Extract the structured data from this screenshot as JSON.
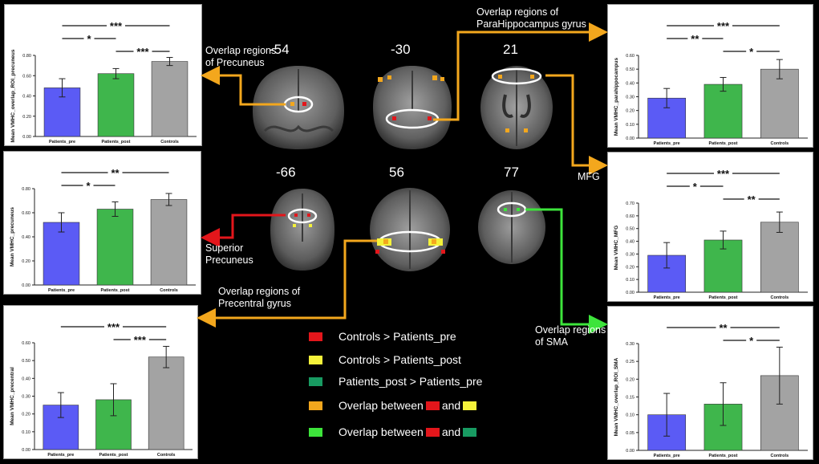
{
  "chart_data": [
    {
      "type": "bar",
      "categories": [
        "Patients_pre",
        "Patients_post",
        "Controls"
      ],
      "values": [
        0.48,
        0.62,
        0.74
      ],
      "errors": [
        0.09,
        0.05,
        0.04
      ],
      "ylabel": "Mean VMHC_overlap_ROI_precuneus",
      "ylim": [
        0,
        0.8
      ],
      "yticks": [
        "0.00",
        "0.20",
        "0.40",
        "0.60",
        "0.80"
      ],
      "colors": [
        "#5b5bf5",
        "#3fb64c",
        "#a3a3a3"
      ],
      "significance": [
        {
          "label": "***",
          "from": 0,
          "to": 2
        },
        {
          "label": "*",
          "from": 0,
          "to": 1
        },
        {
          "label": "***",
          "from": 1,
          "to": 2
        }
      ]
    },
    {
      "type": "bar",
      "categories": [
        "Patients_pre",
        "Patients_post",
        "Controls"
      ],
      "values": [
        0.29,
        0.39,
        0.5
      ],
      "errors": [
        0.07,
        0.05,
        0.07
      ],
      "ylabel": "Mean VMHC_parahippocampus",
      "ylim": [
        0,
        0.6
      ],
      "yticks": [
        "0.00",
        "0.10",
        "0.20",
        "0.30",
        "0.40",
        "0.50",
        "0.60"
      ],
      "colors": [
        "#5b5bf5",
        "#3fb64c",
        "#a3a3a3"
      ],
      "significance": [
        {
          "label": "***",
          "from": 0,
          "to": 2
        },
        {
          "label": "**",
          "from": 0,
          "to": 1
        },
        {
          "label": "*",
          "from": 1,
          "to": 2
        }
      ]
    },
    {
      "type": "bar",
      "categories": [
        "Patients_pre",
        "Patients_post",
        "Controls"
      ],
      "values": [
        0.52,
        0.63,
        0.71
      ],
      "errors": [
        0.08,
        0.06,
        0.05
      ],
      "ylabel": "Mean VMHC_precuneus",
      "ylim": [
        0,
        0.8
      ],
      "yticks": [
        "0.00",
        "0.20",
        "0.40",
        "0.60",
        "0.80"
      ],
      "colors": [
        "#5b5bf5",
        "#3fb64c",
        "#a3a3a3"
      ],
      "significance": [
        {
          "label": "**",
          "from": 0,
          "to": 2
        },
        {
          "label": "*",
          "from": 0,
          "to": 1
        }
      ]
    },
    {
      "type": "bar",
      "categories": [
        "Patients_pre",
        "Patients_post",
        "Controls"
      ],
      "values": [
        0.29,
        0.41,
        0.55
      ],
      "errors": [
        0.1,
        0.07,
        0.08
      ],
      "ylabel": "Mean VMHC_MFG",
      "ylim": [
        0,
        0.7
      ],
      "yticks": [
        "0.00",
        "0.10",
        "0.20",
        "0.30",
        "0.40",
        "0.50",
        "0.60",
        "0.70"
      ],
      "colors": [
        "#5b5bf5",
        "#3fb64c",
        "#a3a3a3"
      ],
      "significance": [
        {
          "label": "***",
          "from": 0,
          "to": 2
        },
        {
          "label": "*",
          "from": 0,
          "to": 1
        },
        {
          "label": "**",
          "from": 1,
          "to": 2
        }
      ]
    },
    {
      "type": "bar",
      "categories": [
        "Patients_pre",
        "Patients_post",
        "Controls"
      ],
      "values": [
        0.25,
        0.28,
        0.52
      ],
      "errors": [
        0.07,
        0.09,
        0.06
      ],
      "ylabel": "Mean VMHC_precentral",
      "ylim": [
        0,
        0.6
      ],
      "yticks": [
        "0.00",
        "0.10",
        "0.20",
        "0.30",
        "0.40",
        "0.50",
        "0.60"
      ],
      "colors": [
        "#5b5bf5",
        "#3fb64c",
        "#a3a3a3"
      ],
      "significance": [
        {
          "label": "***",
          "from": 0,
          "to": 2
        },
        {
          "label": "***",
          "from": 1,
          "to": 2
        }
      ]
    },
    {
      "type": "bar",
      "categories": [
        "Patients_pre",
        "Patients_post",
        "Controls"
      ],
      "values": [
        0.1,
        0.13,
        0.21
      ],
      "errors": [
        0.06,
        0.06,
        0.08
      ],
      "ylabel": "Mean VMHC_overlap_ROI_SMA",
      "ylim": [
        0,
        0.3
      ],
      "yticks": [
        "0.00",
        "0.05",
        "0.10",
        "0.15",
        "0.20",
        "0.25",
        "0.30"
      ],
      "colors": [
        "#5b5bf5",
        "#3fb64c",
        "#a3a3a3"
      ],
      "significance": [
        {
          "label": "**",
          "from": 0,
          "to": 2
        },
        {
          "label": "*",
          "from": 1,
          "to": 2
        }
      ]
    }
  ],
  "slices": [
    "-54",
    "-30",
    "21",
    "-66",
    "56",
    "77"
  ],
  "callouts": {
    "precuneus_overlap": [
      "Overlap regions",
      "of Precuneus"
    ],
    "parahippocampus": [
      "Overlap regions of",
      "ParaHippocampus gyrus"
    ],
    "mfg": "MFG",
    "superior_precuneus": [
      "Superior",
      "Precuneus"
    ],
    "precentral": [
      "Overlap regions of",
      "Precentral gyrus"
    ],
    "sma": [
      "Overlap regions",
      "of SMA"
    ]
  },
  "legend": {
    "row1": "Controls > Patients_pre",
    "row2": "Controls > Patients_post",
    "row3": "Patients_post > Patients_pre",
    "row4_text": "Overlap between",
    "row5_text": "Overlap between",
    "and_word": "and",
    "colors": {
      "red": "#e3161b",
      "yellow": "#f4f23a",
      "teal": "#189b62",
      "orange": "#f3a71d",
      "lightgreen": "#3de43b"
    }
  }
}
